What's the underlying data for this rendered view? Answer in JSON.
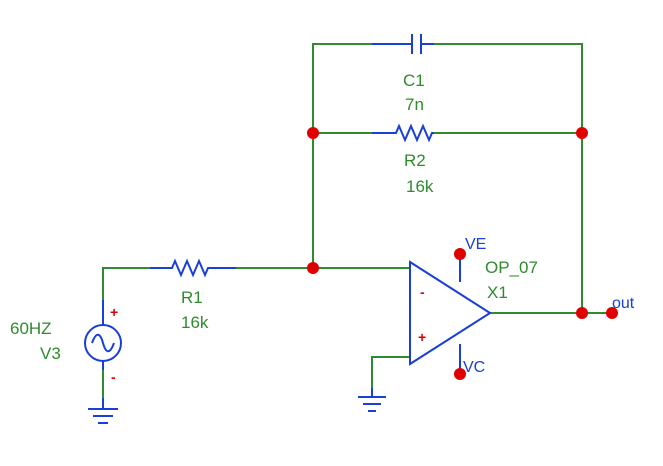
{
  "components": {
    "c1": {
      "name": "C1",
      "value": "7n"
    },
    "r2": {
      "name": "R2",
      "value": "16k"
    },
    "r1": {
      "name": "R1",
      "value": "16k"
    },
    "v3": {
      "name": "V3",
      "value": "60HZ"
    },
    "opamp": {
      "model": "OP_07",
      "ref": "X1",
      "pin_plus": "+",
      "pin_minus": "-"
    },
    "source_polarity": {
      "plus": "+",
      "minus": "-"
    }
  },
  "pins": {
    "ve": "VE",
    "vc": "VC",
    "out": "out"
  },
  "colors": {
    "wire": "#2e8b2e",
    "part": "#1a3fd6",
    "node": "#e00000"
  }
}
